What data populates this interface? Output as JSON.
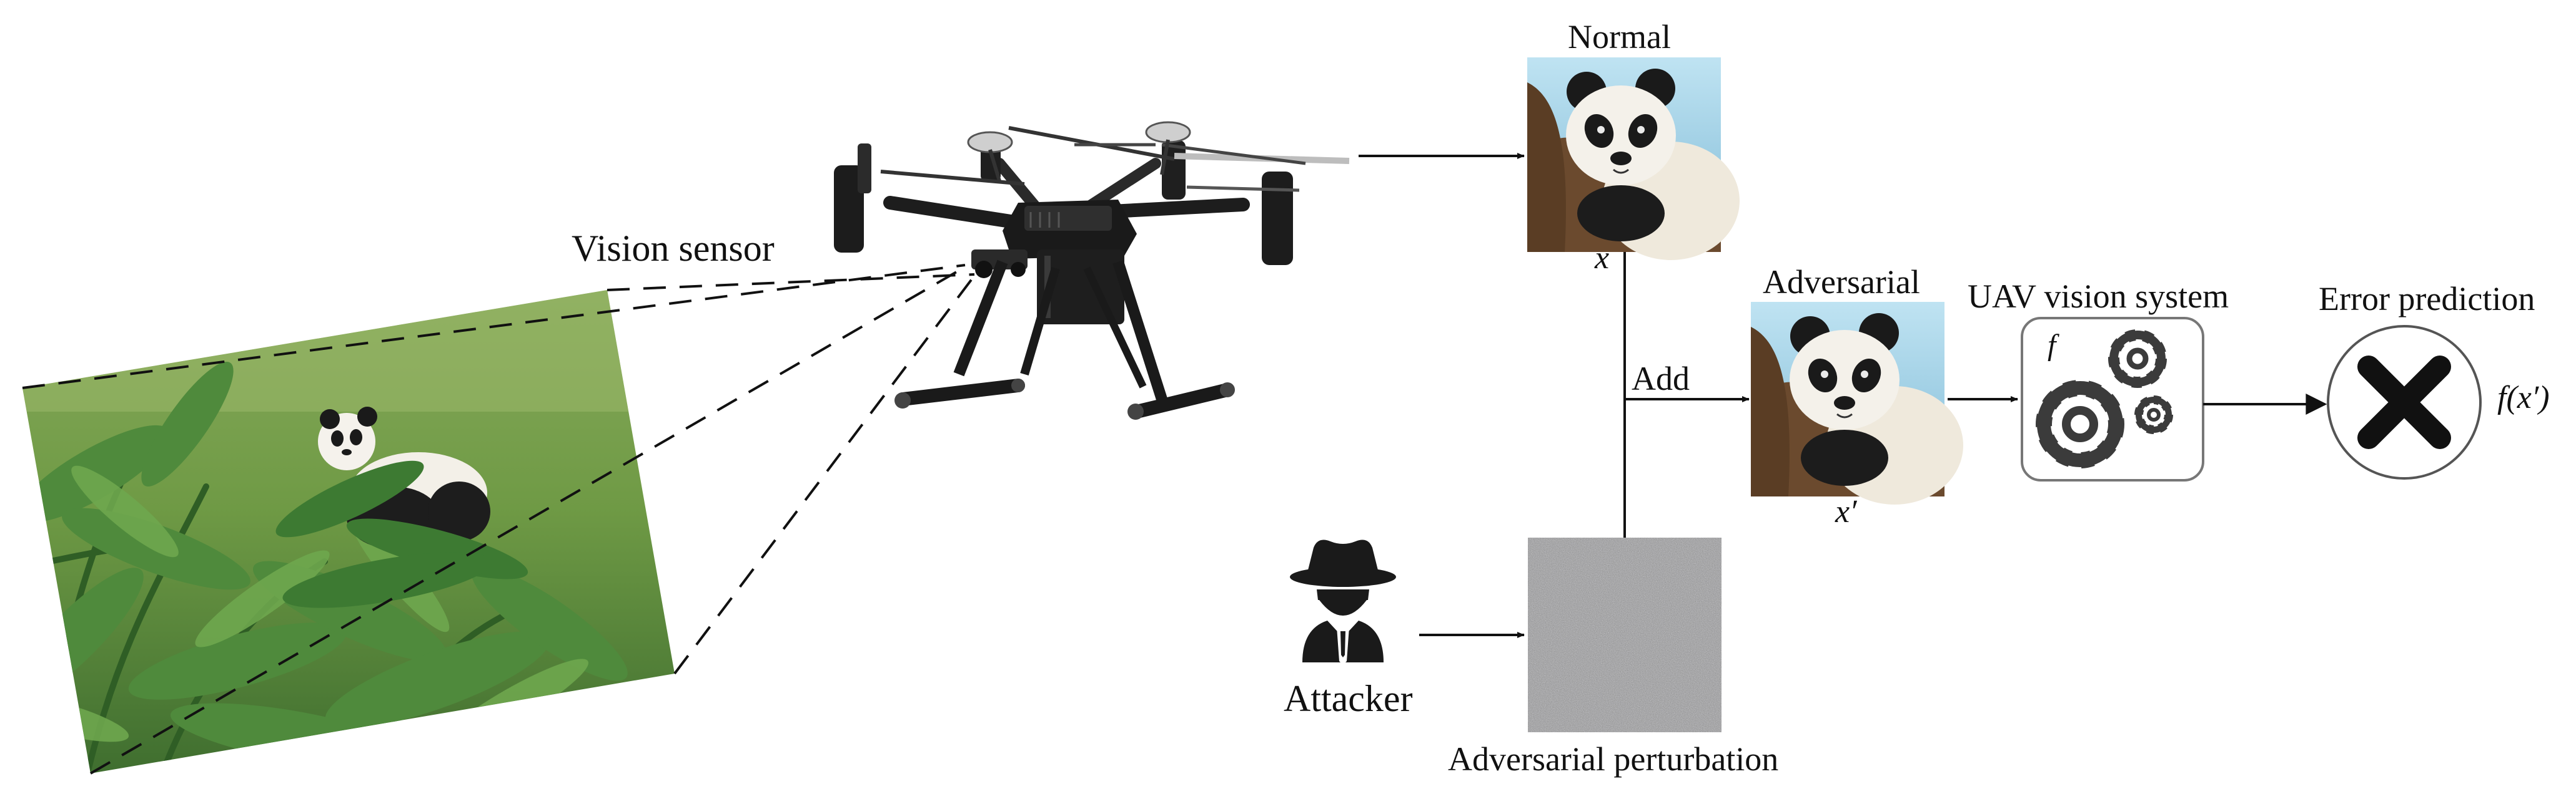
{
  "labels": {
    "vision_sensor": "Vision sensor",
    "normal": "Normal",
    "x": "x",
    "add": "Add",
    "adversarial": "Adversarial",
    "x_prime": "x′",
    "uav_vision_system": "UAV vision system",
    "f": "f",
    "error_prediction": "Error prediction",
    "f_x_prime": "f(x′)",
    "attacker": "Attacker",
    "adversarial_perturbation": "Adversarial perturbation"
  },
  "icons": {
    "drone": "drone-icon",
    "panda_scene": "panda-scene-image",
    "panda_normal": "panda-face-image",
    "panda_adversarial": "panda-face-image",
    "noise": "noise-image",
    "attacker": "spy-icon",
    "gears": "gears-icon",
    "error": "x-mark-icon"
  },
  "colors": {
    "line": "#111111",
    "bamboo_green": "#4f8a3c",
    "grass": "#7aa64c",
    "noise_gray": "#8a8a8a",
    "sky_blue": "#9fd0e6"
  }
}
